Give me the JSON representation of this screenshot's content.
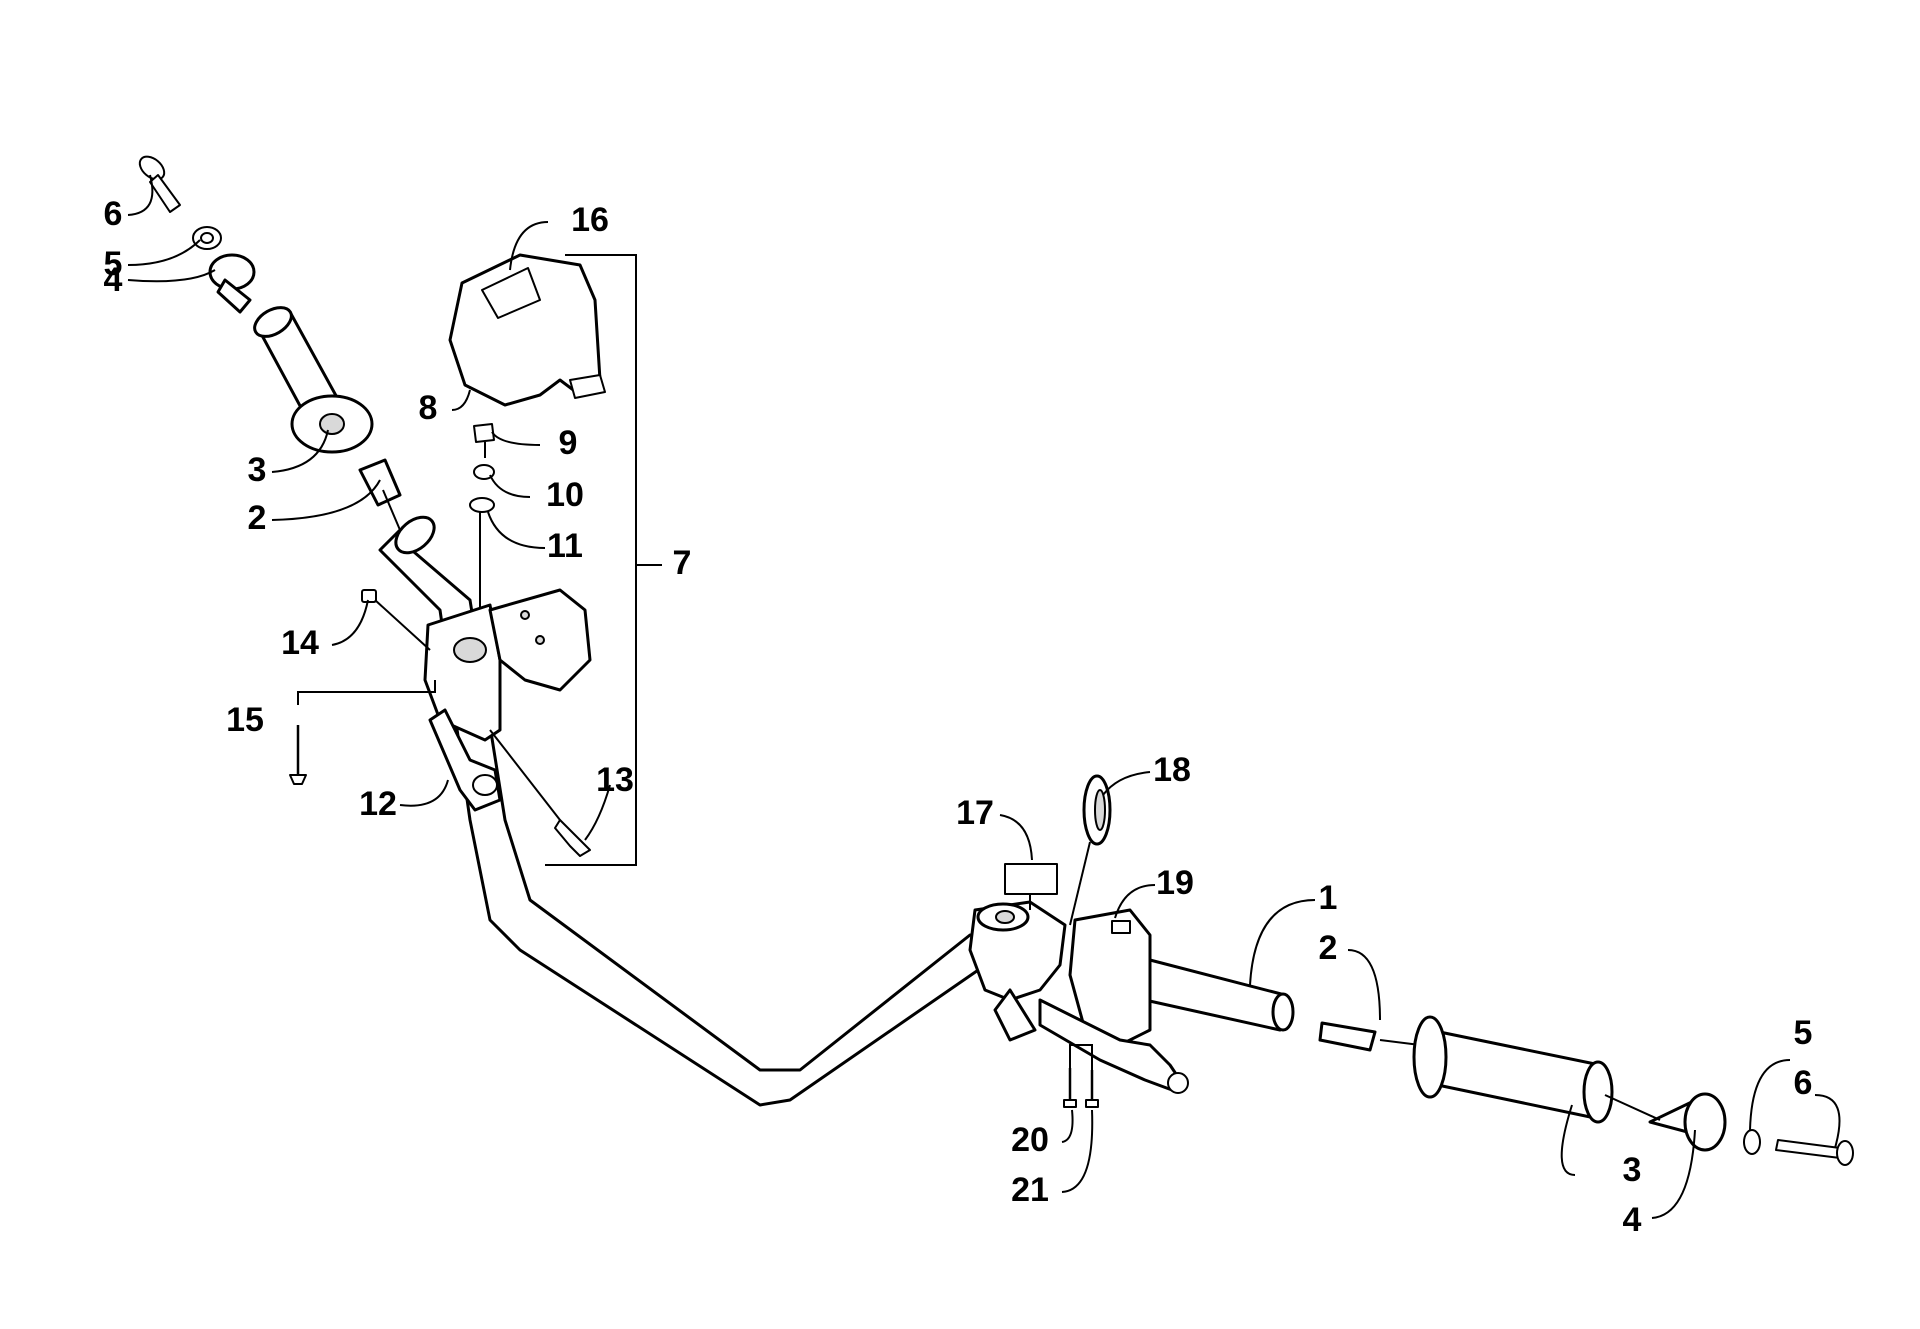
{
  "callouts": {
    "left_6": "6",
    "left_5": "5",
    "left_4": "4",
    "left_3": "3",
    "left_2": "2",
    "c16": "16",
    "c8": "8",
    "c9": "9",
    "c10": "10",
    "c11": "11",
    "c7": "7",
    "c14": "14",
    "c15": "15",
    "c12": "12",
    "c13": "13",
    "c18": "18",
    "c17": "17",
    "c19": "19",
    "c1": "1",
    "right_2": "2",
    "right_5": "5",
    "right_6": "6",
    "c20": "20",
    "c21": "21",
    "right_3": "3",
    "right_4": "4"
  }
}
